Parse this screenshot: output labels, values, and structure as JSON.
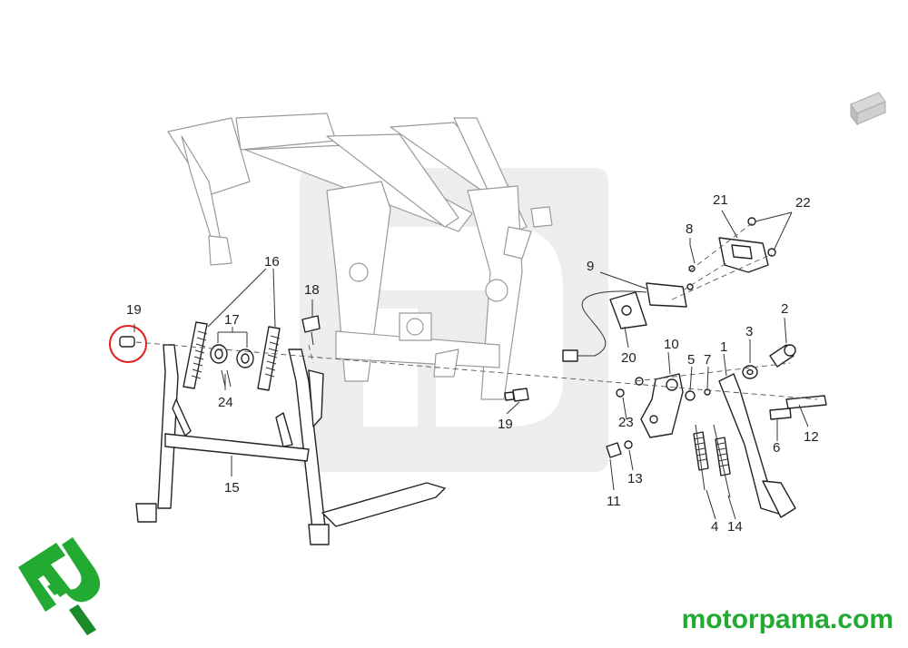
{
  "brand": {
    "website": "motorpama.com",
    "logo_text": "mp",
    "color": "#22aa33"
  },
  "highlight_color": "#e02020",
  "callouts": {
    "c1": "1",
    "c2": "2",
    "c3": "3",
    "c4": "4",
    "c5": "5",
    "c6": "6",
    "c7": "7",
    "c8": "8",
    "c9": "9",
    "c10": "10",
    "c11": "11",
    "c12": "12",
    "c13": "13",
    "c14": "14",
    "c15": "15",
    "c16": "16",
    "c17": "17",
    "c18": "18",
    "c19a": "19",
    "c19b": "19",
    "c20": "20",
    "c21": "21",
    "c22": "22",
    "c23": "23",
    "c24": "24"
  }
}
